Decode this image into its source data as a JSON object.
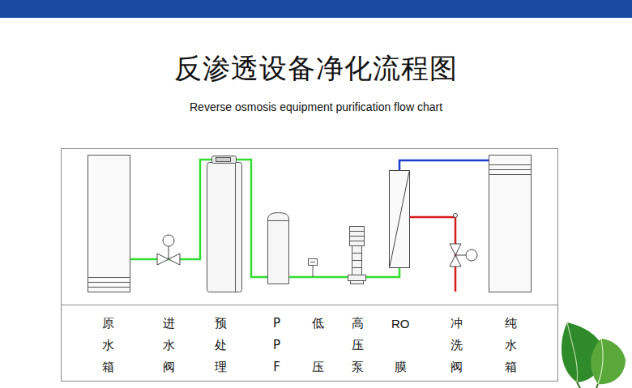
{
  "diagram": {
    "title": "反渗透设备净化流程图",
    "labels": [
      "Reverse osmosis equipment purification flow chart",
      "原水箱",
      "进水阀",
      "预处理",
      "PPF",
      "低",
      "压",
      "高压泵",
      "RO",
      "膜",
      "冲洗阀",
      "纯水箱"
    ]
  }
}
